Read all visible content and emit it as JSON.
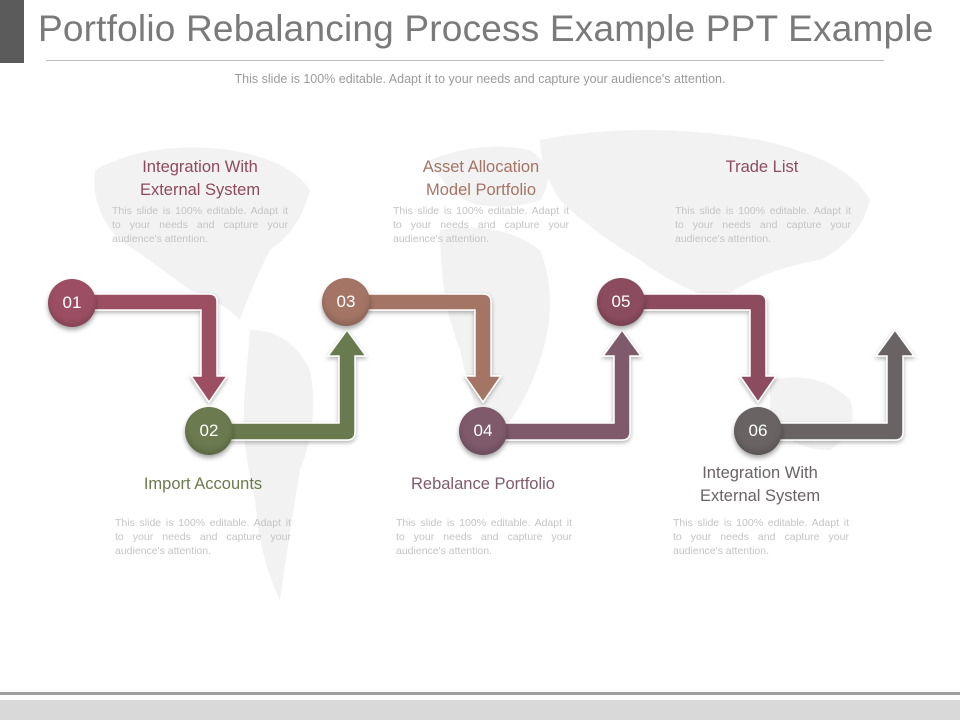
{
  "title": "Portfolio Rebalancing Process Example PPT Example",
  "subtitle": "This slide is 100% editable. Adapt it to your needs and capture your audience's attention.",
  "colors": {
    "step1": "#9c4f64",
    "step2": "#6b7a4f",
    "step3": "#a47565",
    "step4": "#7e5a6b",
    "step5": "#8c4c5f",
    "step6": "#6a6363"
  },
  "steps": [
    {
      "number": "01",
      "label": "Integration With\nExternal System",
      "description": "This slide is 100% editable. Adapt it to your needs and capture your audience's attention."
    },
    {
      "number": "02",
      "label": "Import Accounts",
      "description": "This slide is 100% editable. Adapt it to your needs and capture your audience's attention."
    },
    {
      "number": "03",
      "label": "Asset Allocation\nModel Portfolio",
      "description": "This slide is 100% editable. Adapt it to your needs and capture your audience's attention."
    },
    {
      "number": "04",
      "label": "Rebalance Portfolio",
      "description": "This slide is 100% editable. Adapt it to your needs and capture your audience's attention."
    },
    {
      "number": "05",
      "label": "Trade List",
      "description": "This slide is 100% editable. Adapt it to your needs and capture your audience's attention."
    },
    {
      "number": "06",
      "label": "Integration With\nExternal System",
      "description": "This slide is 100% editable. Adapt it to your needs and capture your audience's attention."
    }
  ]
}
